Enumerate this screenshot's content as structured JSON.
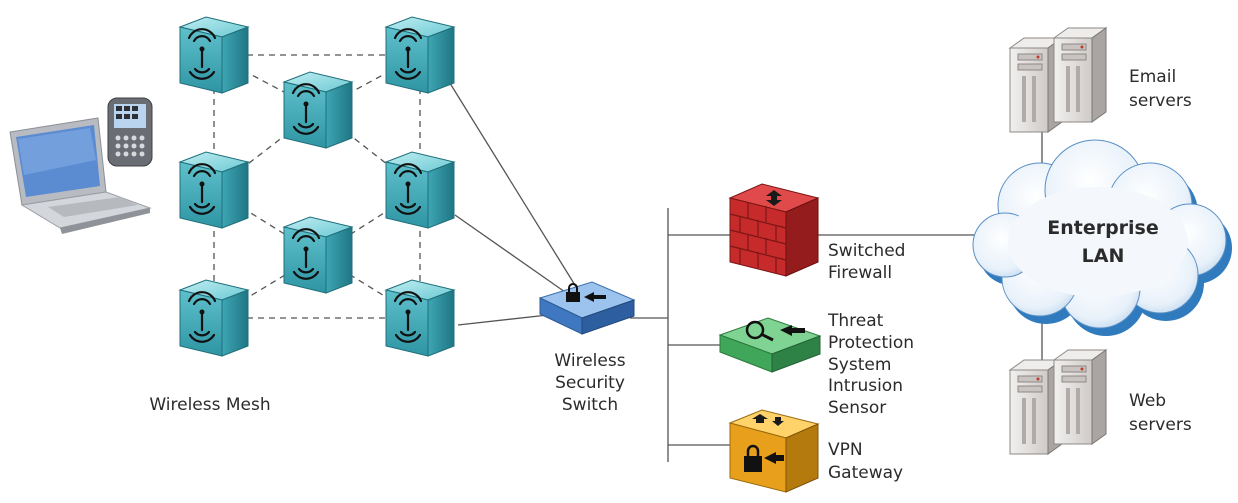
{
  "labels": {
    "wireless_mesh": "Wireless Mesh",
    "wireless_security_switch": [
      "Wireless",
      "Security",
      "Switch"
    ],
    "switched_firewall": [
      "Switched",
      "Firewall"
    ],
    "threat_protection": [
      "Threat",
      "Protection",
      "System",
      "Intrusion",
      "Sensor"
    ],
    "vpn_gateway": [
      "VPN",
      "Gateway"
    ],
    "enterprise_lan": [
      "Enterprise",
      "LAN"
    ],
    "email_servers": [
      "Email",
      "servers"
    ],
    "web_servers": [
      "Web",
      "servers"
    ]
  },
  "colors": {
    "mesh_node": "#5fc0cc",
    "switch": "#4f86c8",
    "firewall": "#c62a2a",
    "threat_sensor": "#3fa65a",
    "vpn_gateway": "#e8a01c",
    "cloud": "#2f7bbd",
    "server": "#d9d6d4"
  },
  "icons": {
    "laptop": "laptop-icon",
    "phone": "smartphone-icon",
    "mesh_node": "wireless-access-point-icon",
    "switch": "lock-arrow-icon",
    "firewall": "brick-firewall-icon",
    "threat_sensor": "magnifier-arrow-icon",
    "vpn": "lock-arrow-icon",
    "server": "server-tower-icon",
    "cloud": "cloud-icon"
  }
}
